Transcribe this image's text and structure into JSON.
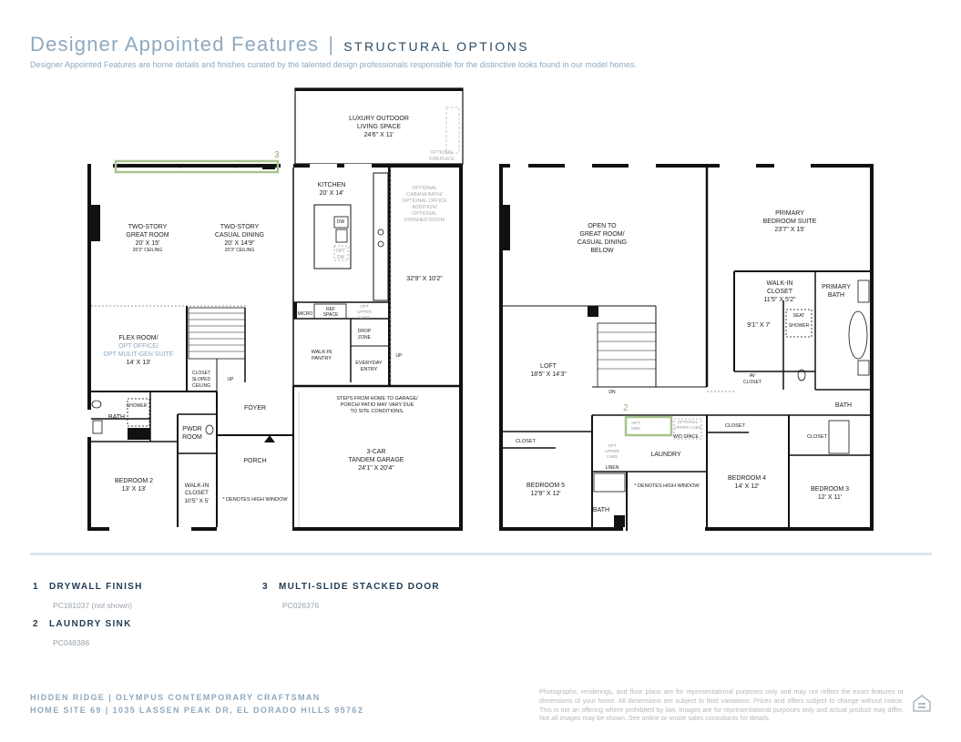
{
  "header": {
    "title": "Designer Appointed Features",
    "separator": "|",
    "section": "STRUCTURAL OPTIONS",
    "subtitle": "Designer Appointed Features are home details and finishes curated by the talented design professionals responsible for the distinctive looks found in our model homes."
  },
  "floorplan": {
    "first_floor": {
      "outdoor_name": "LUXURY OUTDOOR",
      "outdoor_name2": "LIVING SPACE",
      "outdoor_dim": "24'6\" X 11'",
      "opt_fireplace_1": "OPTIONAL",
      "opt_fireplace_2": "FIREPLACE",
      "great_room_1": "TWO-STORY",
      "great_room_2": "GREAT ROOM",
      "great_room_dim": "20' X 15'",
      "great_room_ceiling": "20'3\" CEILING",
      "dining_1": "TWO-STORY",
      "dining_2": "CASUAL DINING",
      "dining_dim": "20' X 14'9\"",
      "dining_ceiling": "20'3\" CEILING",
      "kitchen": "KITCHEN",
      "kitchen_dim": "20' X 14'",
      "dw": "DW",
      "opt_dw_1": "OPT",
      "opt_dw_2": "DW",
      "cabana_1": "OPTIONAL",
      "cabana_2": "CABANA BATH/",
      "cabana_3": "OPTIONAL OFFICE",
      "cabana_4": "ADDITION/",
      "cabana_5": "OPTIONAL",
      "cabana_6": "FINISHED ROOM",
      "cabana_dim": "32'9\" X 10'2\"",
      "micro": "MICRO",
      "ref_1": "REF",
      "ref_2": "SPACE",
      "opt_cabs_1": "OPT",
      "opt_cabs_2": "UPPER",
      "opt_cabs_3": "CABS",
      "drop_1": "DROP",
      "drop_2": "ZONE",
      "pantry_1": "WALK-IN",
      "pantry_2": "PANTRY",
      "entry_1": "EVERYDAY",
      "entry_2": "ENTRY",
      "up": "UP",
      "flex_1": "FLEX ROOM/",
      "flex_2": "OPT OFFICE/",
      "flex_3": "OPT MULIT-GEN SUITE",
      "flex_dim": "14' X 13'",
      "closet_1": "CLOSET",
      "closet_2": "SLOPED",
      "closet_3": "CEILING",
      "foyer": "FOYER",
      "steps_1": "STEPS FROM HOME TO GARAGE/",
      "steps_2": "PORCH/ PATIO MAY VARY DUE",
      "steps_3": "TO SITE CONDITIONS.",
      "bath": "BATH",
      "shower": "SHOWER",
      "pwdr_1": "PWDR",
      "pwdr_2": "ROOM",
      "porch": "PORCH",
      "garage_1": "3-CAR",
      "garage_2": "TANDEM GARAGE",
      "garage_dim": "24'1\" X 20'4\"",
      "bed2": "BEDROOM 2",
      "bed2_dim": "13' X 13'",
      "wic_1": "WALK-IN",
      "wic_2": "CLOSET",
      "wic_dim": "10'5\" X 5'",
      "high_window": "* DENOTES HIGH WINDOW"
    },
    "second_floor": {
      "open_1": "OPEN TO",
      "open_2": "GREAT ROOM/",
      "open_3": "CASUAL DINING",
      "open_4": "BELOW",
      "primary_1": "PRIMARY",
      "primary_2": "BEDROOM SUITE",
      "primary_dim": "23'7\" X 15'",
      "pwic_1": "WALK-IN",
      "pwic_2": "CLOSET",
      "pwic_dim": "11'5\" X 5'2\"",
      "pbath_1": "PRIMARY",
      "pbath_2": "BATH",
      "nine": "9'1\" X 7'",
      "seat": "SEAT",
      "shower": "SHOWER",
      "av_1": "AV",
      "av_2": "CLOSET",
      "loft": "LOFT",
      "loft_dim": "18'5\" X 14'3\"",
      "dn": "DN",
      "bath": "BATH",
      "closet": "CLOSET",
      "opt_sink_1": "OPT",
      "opt_sink_2": "SINK",
      "opt_cabs_1": "OPTIONAL",
      "opt_cabs_2": "UPPER CABS",
      "wd": "W/D SPACE",
      "laundry": "LAUNDRY",
      "opt_upper_1": "OPT",
      "opt_upper_2": "UPPER",
      "opt_upper_3": "CABS",
      "linen": "LINEN",
      "high_window": "* DENOTES HIGH WINDOW",
      "bed5": "BEDROOM 5",
      "bed5_dim": "12'9\" X 12'",
      "bed4": "BEDROOM 4",
      "bed4_dim": "14' X 12'",
      "bed3": "BEDROOM 3",
      "bed3_dim": "12' X 11'"
    },
    "markers": {
      "marker_3": "3",
      "marker_2": "2"
    },
    "highlight_color": "#a8c48e"
  },
  "features": [
    {
      "num": "1",
      "name": "DRYWALL FINISH",
      "code": "PC181037 (not shown)"
    },
    {
      "num": "2",
      "name": "LAUNDRY SINK",
      "code": "PC048386"
    },
    {
      "num": "3",
      "name": "MULTI-SLIDE STACKED DOOR",
      "code": "PC026376"
    }
  ],
  "footer": {
    "community": "HIDDEN RIDGE | OLYMPUS CONTEMPORARY CRAFTSMAN",
    "homesite": "HOME SITE 69 | 1035 LASSEN PEAK DR, EL DORADO HILLS 95762",
    "disclaimer": "Photographs, renderings, and floor plans are for representational purposes only and may not reflect the exact features or dimensions of your home. All dimensions are subject to field variations. Prices and offers subject to change without notice. This is not an offering where prohibited by law. Images are for representational purposes only and actual product may differ. Not all images may be shown. See online or onsite sales consultants for details."
  },
  "colors": {
    "title": "#8fa9bf",
    "feature_text": "#1f3b53",
    "highlight": "#a8c48e",
    "rule": "#dde6ee"
  },
  "icons": {
    "equal_housing": "equal-housing-icon"
  }
}
